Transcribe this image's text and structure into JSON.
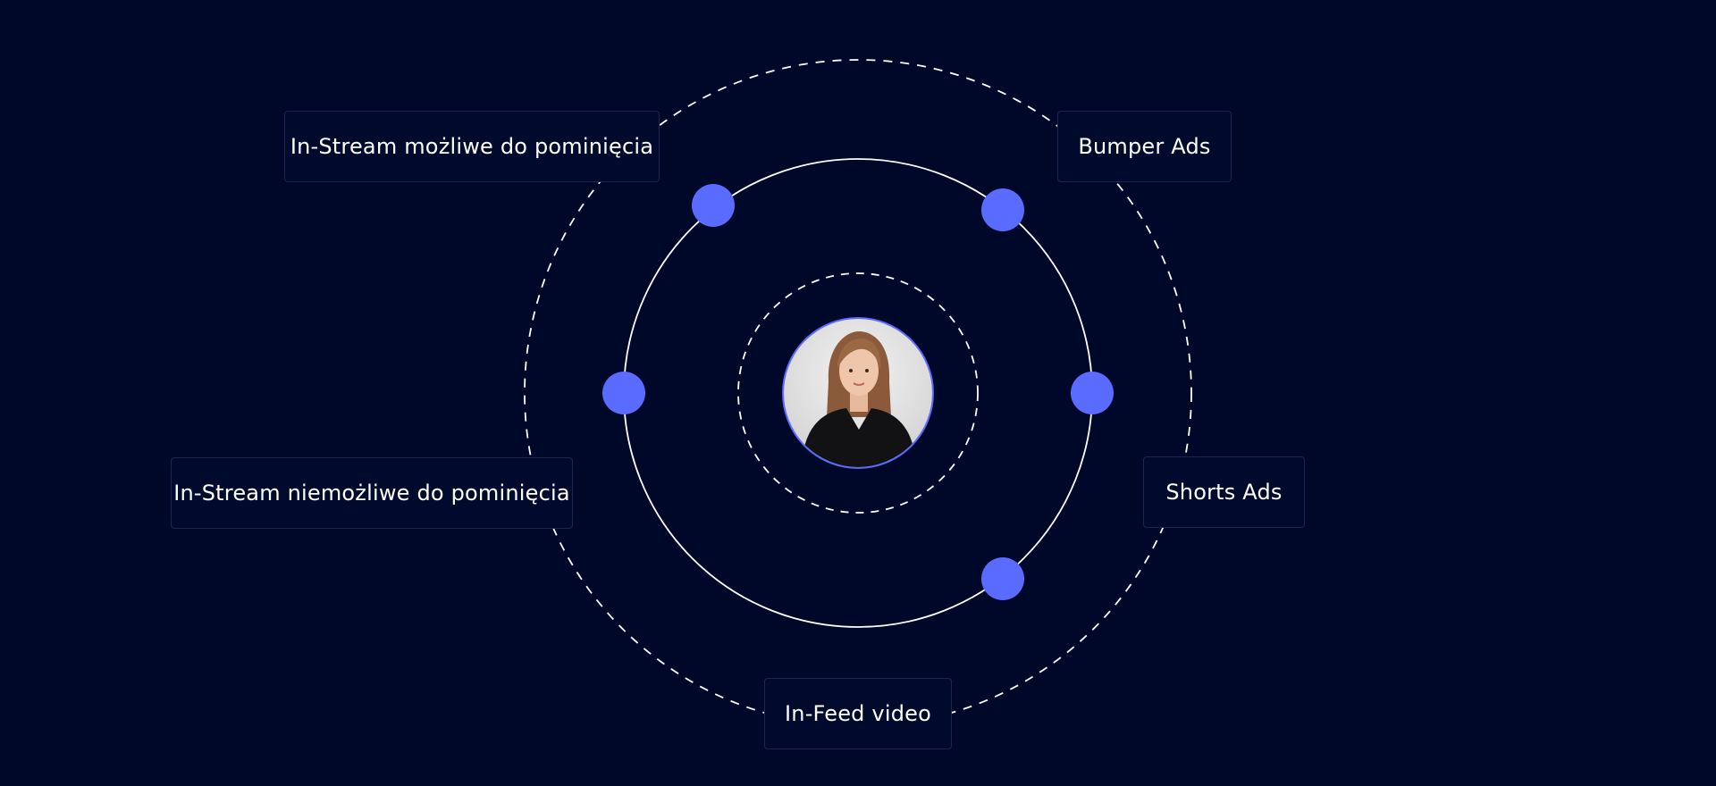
{
  "diagram": {
    "labels": {
      "instream_skippable": "In-Stream możliwe do pominięcia",
      "bumper_ads": "Bumper Ads",
      "instream_nonskippable": "In-Stream niemożliwe do pominięcia",
      "shorts_ads": "Shorts Ads",
      "infeed_video": "In-Feed video"
    },
    "colors": {
      "background": "#00082a",
      "accent": "#5a6bff",
      "line": "#ffffff",
      "box_border": "#1c2452"
    },
    "nodes_count": 6
  }
}
